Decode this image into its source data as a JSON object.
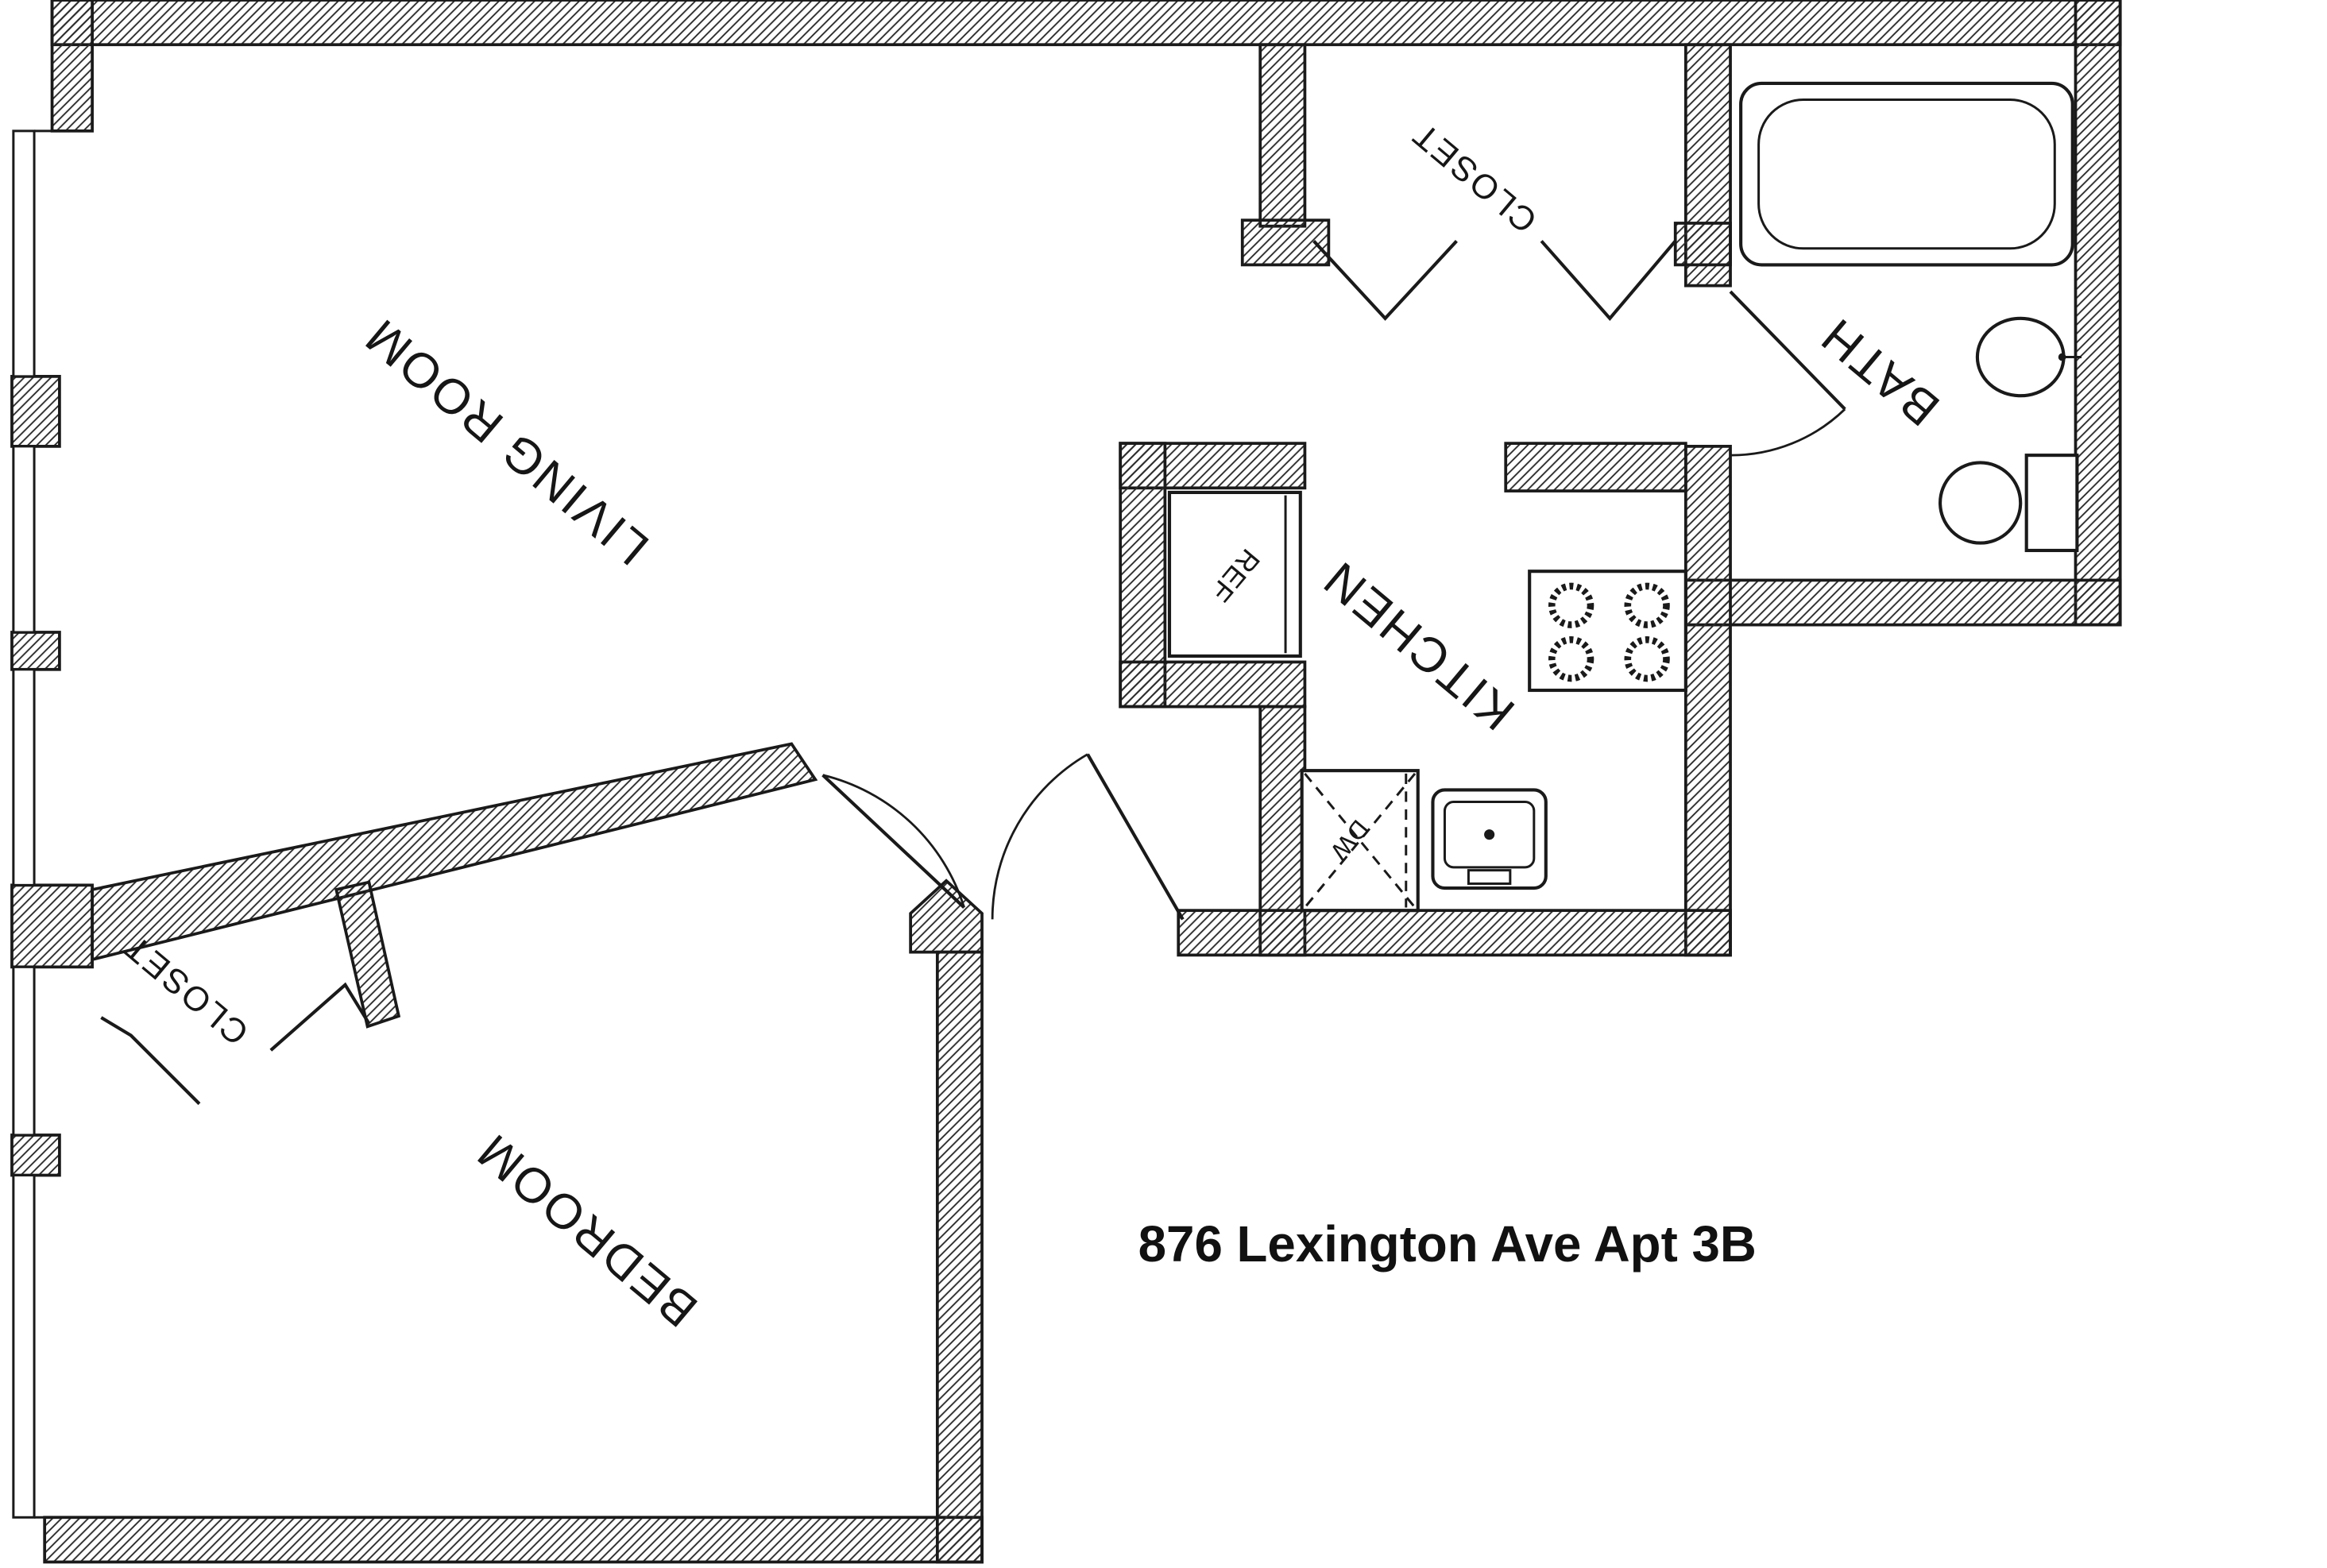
{
  "title": "876 Lexington Ave Apt 3B",
  "rooms": {
    "living_room": "LIVING ROOM",
    "bedroom": "BEDROOM",
    "kitchen": "KITCHEN",
    "bath": "BATH",
    "hall_closet": "CLOSET",
    "bedroom_closet": "CLOSET"
  },
  "fixtures": {
    "refrigerator": "REF",
    "dishwasher": "DW"
  },
  "colors": {
    "ink": "#1a1a1a",
    "background": "#ffffff"
  }
}
